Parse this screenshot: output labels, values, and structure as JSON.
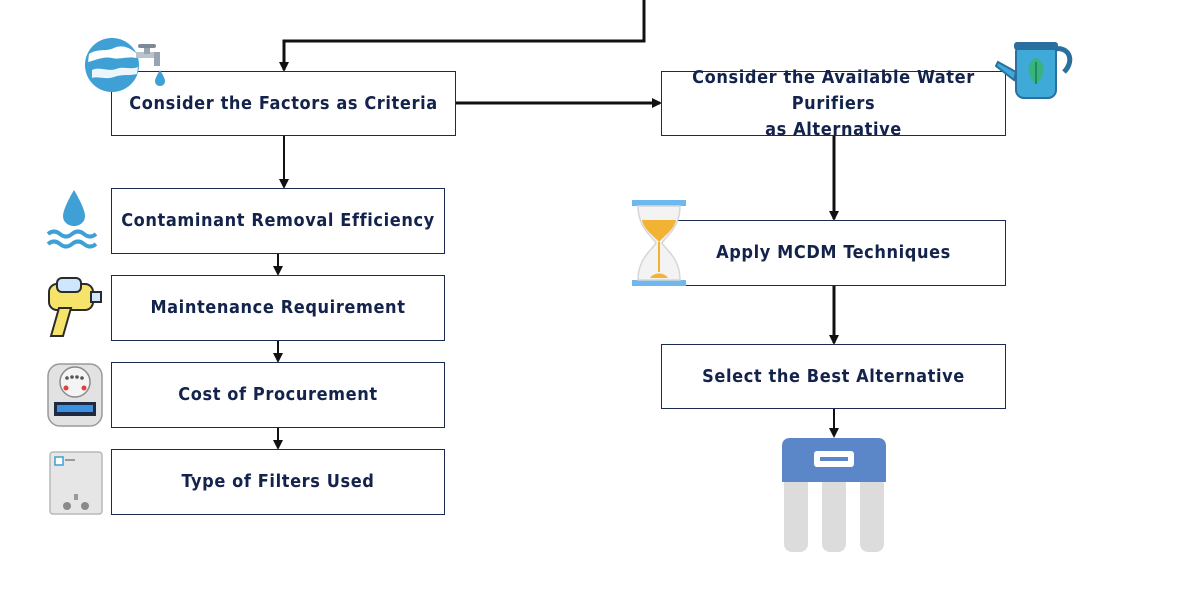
{
  "nodes": {
    "criteria": "Consider the Factors as Criteria",
    "alternatives_line1": "Consider the Available Water Purifiers",
    "alternatives_line2": "as Alternative",
    "factor1": "Contaminant Removal Efficiency",
    "factor2": "Maintenance Requirement",
    "factor3": "Cost of Procurement",
    "factor4": "Type of Filters Used",
    "mcdm": "Apply MCDM Techniques",
    "select": "Select the Best Alternative"
  },
  "icons": [
    "globe-tap-icon",
    "watering-can-icon",
    "water-drop-waves-icon",
    "spray-gun-icon",
    "control-panel-icon",
    "water-heater-icon",
    "hourglass-icon",
    "water-purifier-icon"
  ],
  "colors": {
    "text": "#13234b",
    "border": "#1a2a50",
    "arrow": "#111111",
    "water_blue": "#3fa0d6",
    "purifier_blue": "#5b86c8",
    "hourglass_sand": "#f2b233"
  }
}
